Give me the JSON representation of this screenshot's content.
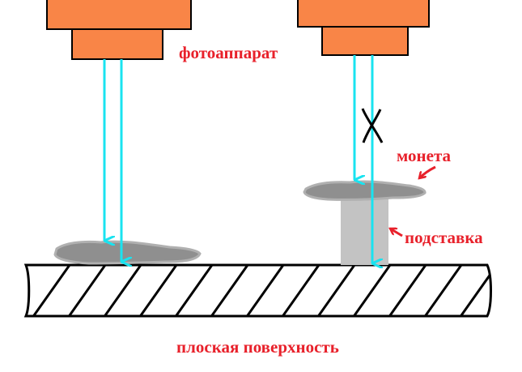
{
  "labels": {
    "camera": "фотоаппарат",
    "coin": "монета",
    "stand": "подставка",
    "surface": "плоская поверхность"
  },
  "colors": {
    "label_text": "#e8212b",
    "camera_body": "#f98547",
    "camera_outline": "#000000",
    "light_ray": "#19e3f0",
    "coin_fill": "#8f8f8f",
    "coin_edge": "#b0b0b0",
    "stand_fill": "#c3c3c3",
    "surface_outline": "#000000",
    "arrow_red": "#e8212b",
    "blocked_mark": "#000000"
  },
  "icons": [
    "camera-left-icon",
    "camera-right-icon",
    "blocked-ray-x-icon"
  ]
}
